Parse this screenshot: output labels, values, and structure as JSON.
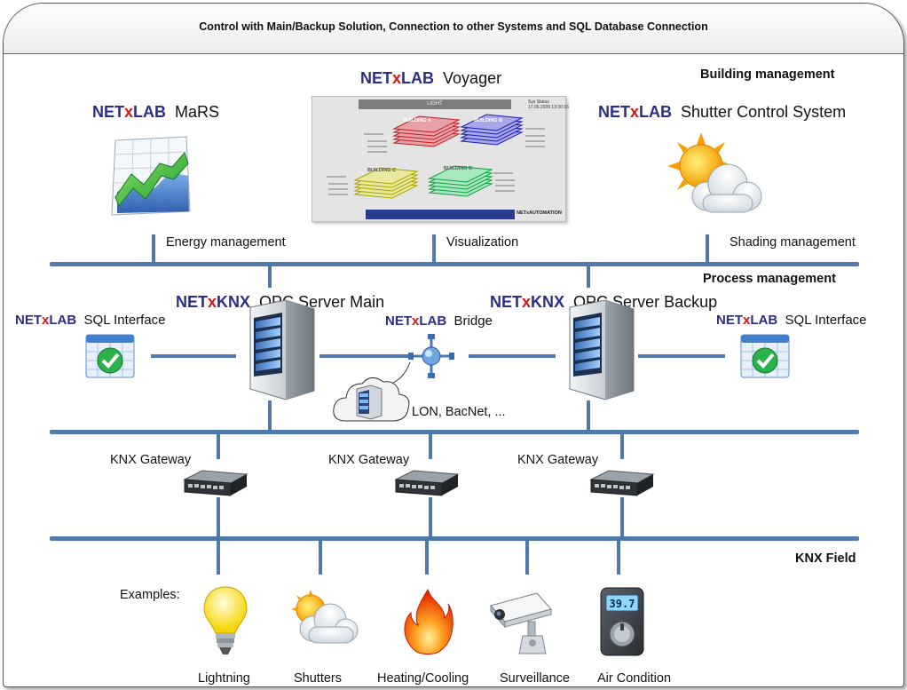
{
  "header": {
    "title": "Control with Main/Backup Solution, Connection to other Systems and SQL Database Connection"
  },
  "sections": {
    "building": "Building management",
    "process": "Process management",
    "field": "KNX Field"
  },
  "brand": {
    "lab_pre": "NET",
    "lab_x": "x",
    "lab_post": "LAB",
    "knx_post": "KNX"
  },
  "apps": {
    "mars": "MaRS",
    "voyager": "Voyager",
    "shutter": "Shutter Control System"
  },
  "voyager_screen": {
    "header": "LIGHT",
    "status_title": "Sys Status",
    "status_date": "17.06.2009 13:30:16",
    "buildings": [
      "BUILDING A",
      "BUILDING B",
      "BUILDING C",
      "BUILDING D"
    ],
    "footer_brand": "NETxAUTOMATION"
  },
  "functions": {
    "energy": "Energy management",
    "visualization": "Visualization",
    "shading": "Shading management"
  },
  "process": {
    "opc_main": "OPC Server Main",
    "opc_backup": "OPC Server Backup",
    "sql_left": "SQL Interface",
    "sql_right": "SQL Interface",
    "bridge": "Bridge",
    "cloud": "LON, BacNet, ..."
  },
  "gateways": [
    "KNX Gateway",
    "KNX Gateway",
    "KNX Gateway"
  ],
  "field": {
    "examples": "Examples:",
    "devices": [
      "Lightning",
      "Shutters",
      "Heating/Cooling",
      "Surveillance",
      "Air Condition"
    ],
    "thermostat_display": "39.7"
  },
  "colors": {
    "line": "#4f78ad",
    "brand": "#2c2e88",
    "brand_x": "#d21818"
  }
}
